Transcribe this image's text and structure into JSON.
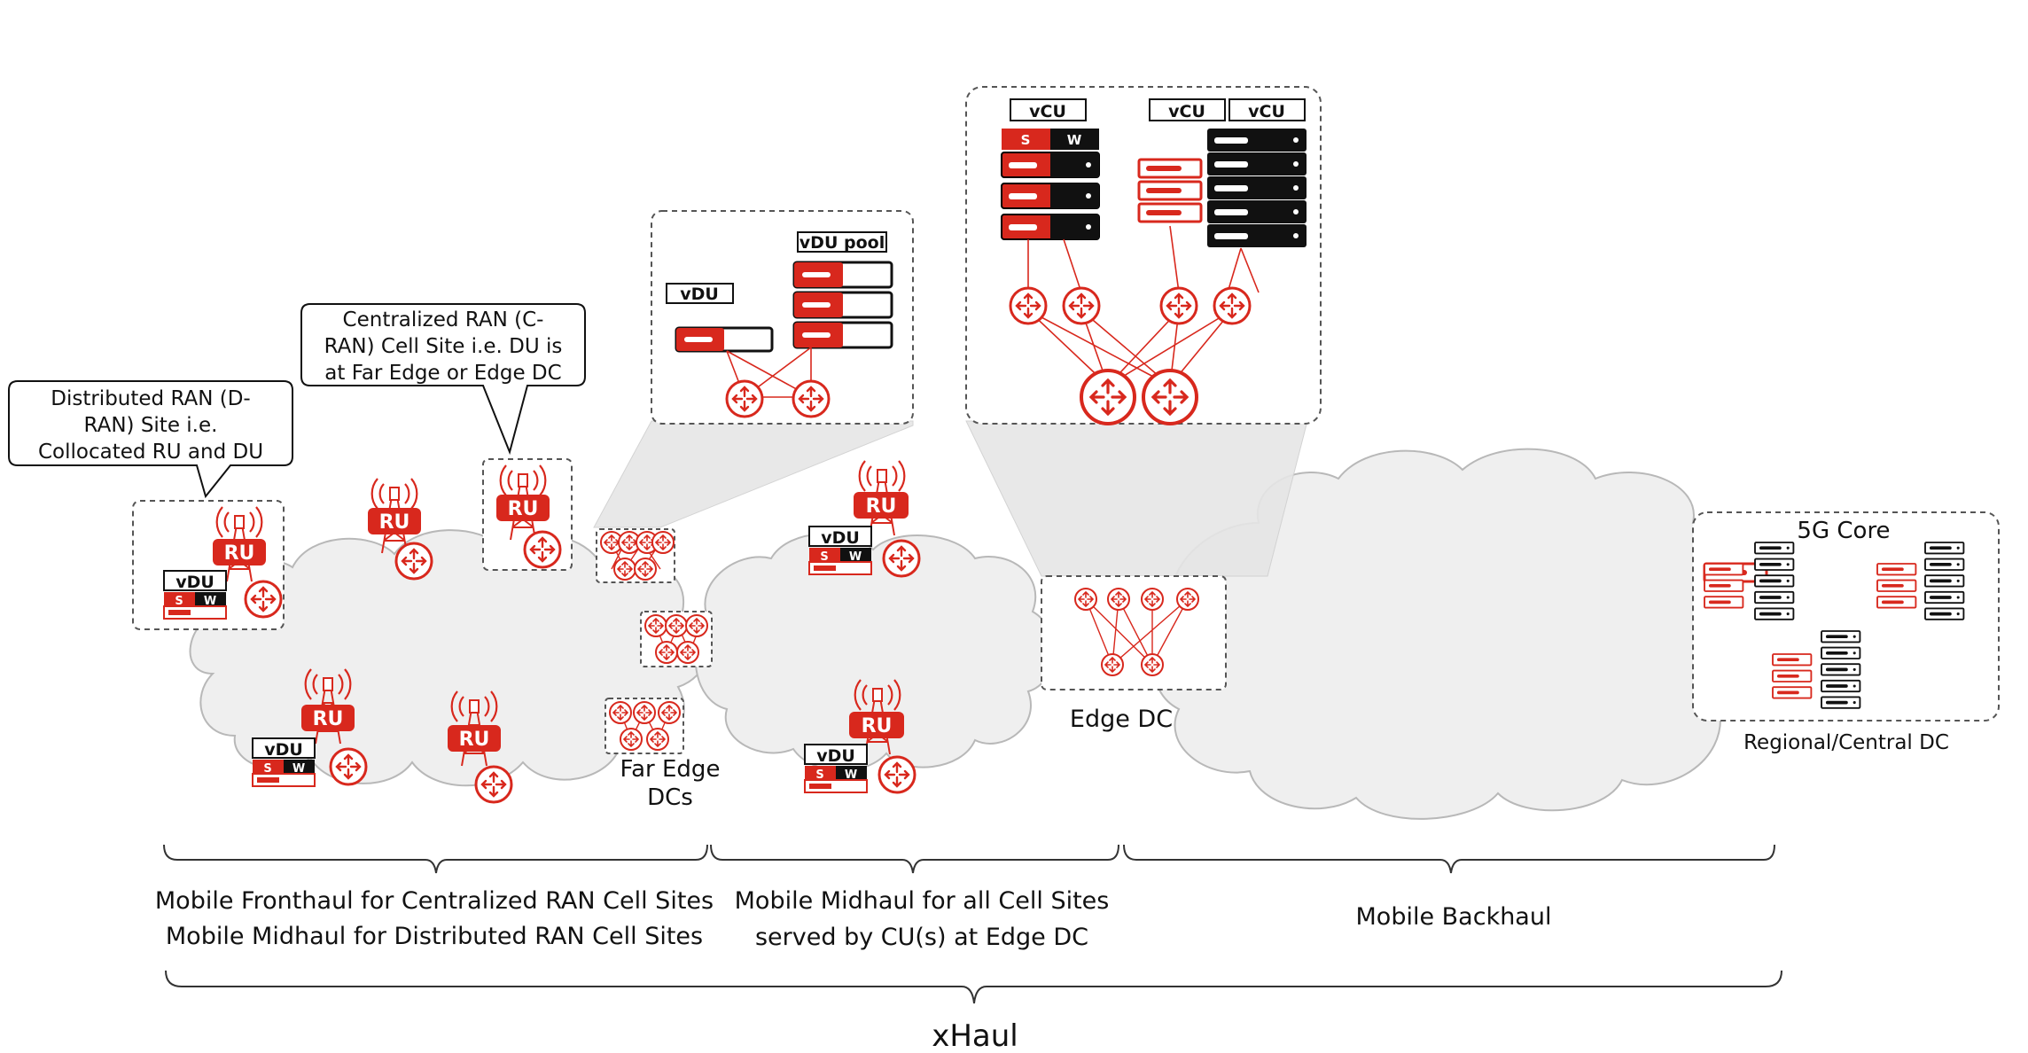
{
  "callouts": {
    "dran": [
      "Distributed RAN (D-",
      "RAN) Site i.e.",
      "Collocated RU and DU"
    ],
    "cran": [
      "Centralized RAN (C-",
      "RAN) Cell Site i.e. DU is",
      "at Far Edge or Edge DC"
    ]
  },
  "labels": {
    "ru": "RU",
    "vdu": "vDU",
    "vdu_pool": "vDU pool",
    "vcu": "vCU",
    "s": "S",
    "w": "W",
    "core": "5G Core",
    "regional": "Regional/Central DC",
    "edge_dc": "Edge DC",
    "far_edge": [
      "Far Edge",
      "DCs"
    ]
  },
  "segments": {
    "fronthaul": [
      "Mobile Fronthaul for Centralized RAN Cell Sites",
      "Mobile Midhaul for Distributed RAN Cell Sites"
    ],
    "midhaul": [
      "Mobile Midhaul for all Cell Sites",
      "served by CU(s) at Edge DC"
    ],
    "backhaul": "Mobile Backhaul",
    "xhaul": "xHaul"
  },
  "colors": {
    "red": "#d8281d",
    "cloud": "#efefef",
    "cloud_stroke": "#b8b8b8",
    "dash": "#555555"
  }
}
